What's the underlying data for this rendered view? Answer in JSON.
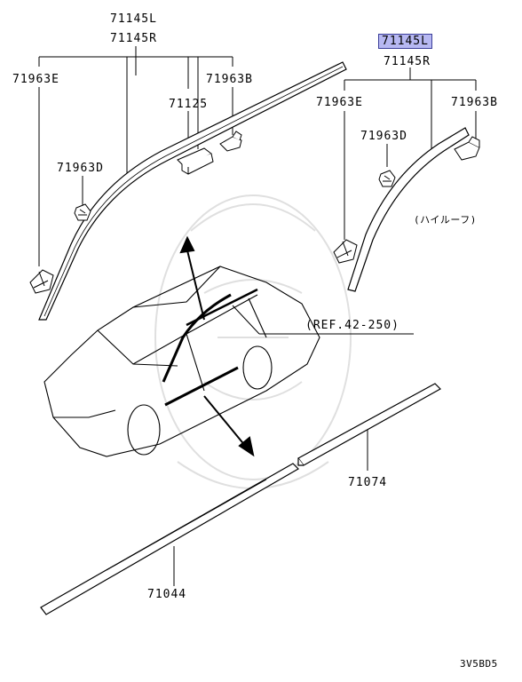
{
  "parts": {
    "left_group": {
      "p71145L": "71145L",
      "p71145R": "71145R",
      "p71963E": "71963E",
      "p71963B": "71963B",
      "p71125": "71125",
      "p71963D": "71963D"
    },
    "right_group": {
      "p71145L_highlighted": "71145L",
      "p71145R": "71145R",
      "p71963E": "71963E",
      "p71963B": "71963B",
      "p71963D": "71963D",
      "variant_note": "(ハイルーフ)"
    },
    "reference": "(REF.42-250)",
    "p71074": "71074",
    "p71044": "71044"
  },
  "diagram_code": "3V5BD5",
  "colors": {
    "highlight": "#b7b8f2",
    "line": "#000000"
  }
}
